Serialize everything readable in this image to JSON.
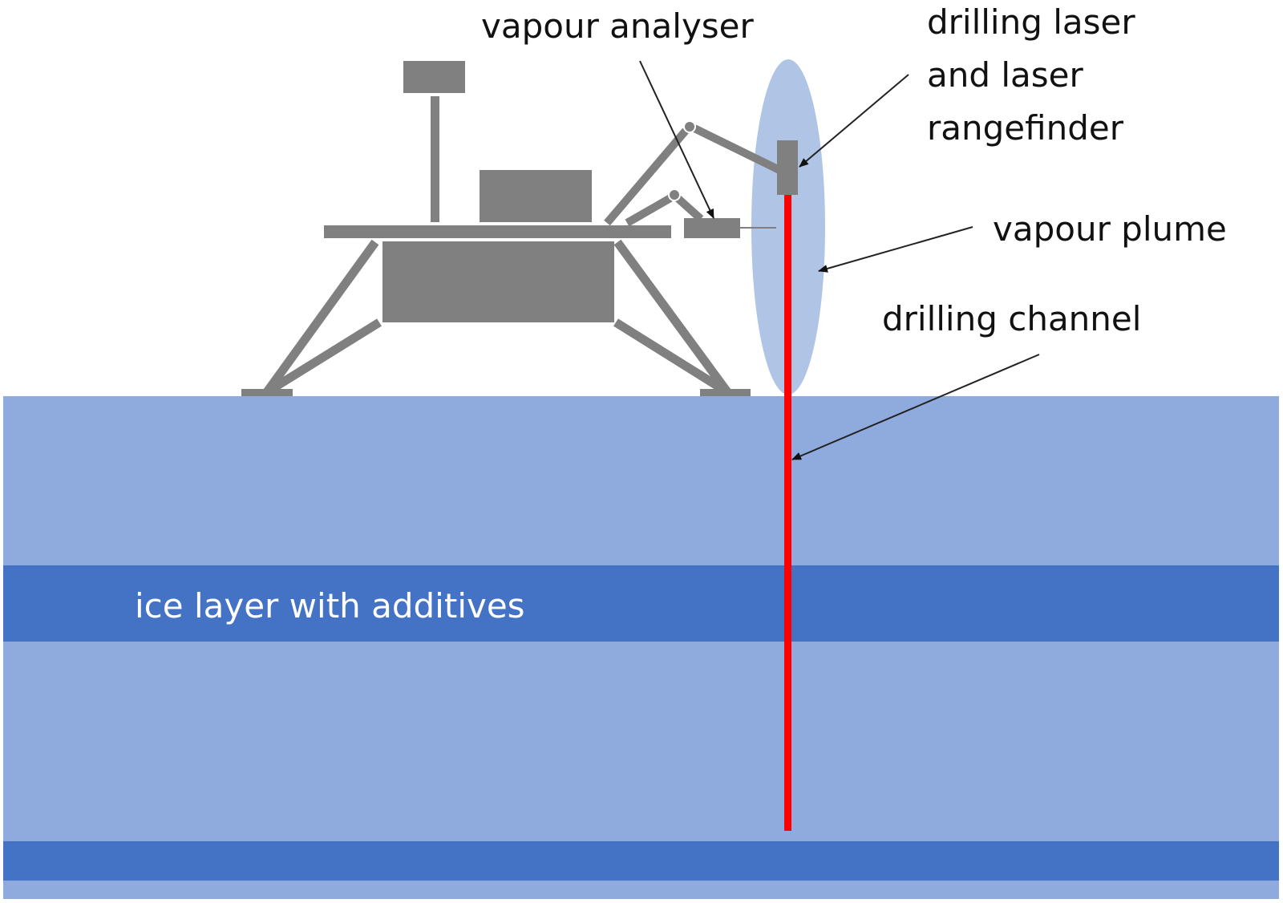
{
  "figure": {
    "description": "Laser drilling of an ice layer from a lander with vapour analysis",
    "colors": {
      "ice": "#8FAADC",
      "ice_layer_additives": "#4472C4",
      "plume": "#B0C4E6",
      "laser": "#FF0000",
      "lander": "#808080",
      "callout_line": "#222222",
      "text": "#111111",
      "text_on_dark": "#FFFFFF"
    },
    "labels": {
      "vapour_analyser": "vapour analyser",
      "drilling_laser_line1": "drilling laser",
      "drilling_laser_line2": "and laser",
      "drilling_laser_line3": "rangefinder",
      "vapour_plume": "vapour plume",
      "drilling_channel": "drilling channel",
      "ice_layer_additives": "ice layer with additives"
    }
  }
}
